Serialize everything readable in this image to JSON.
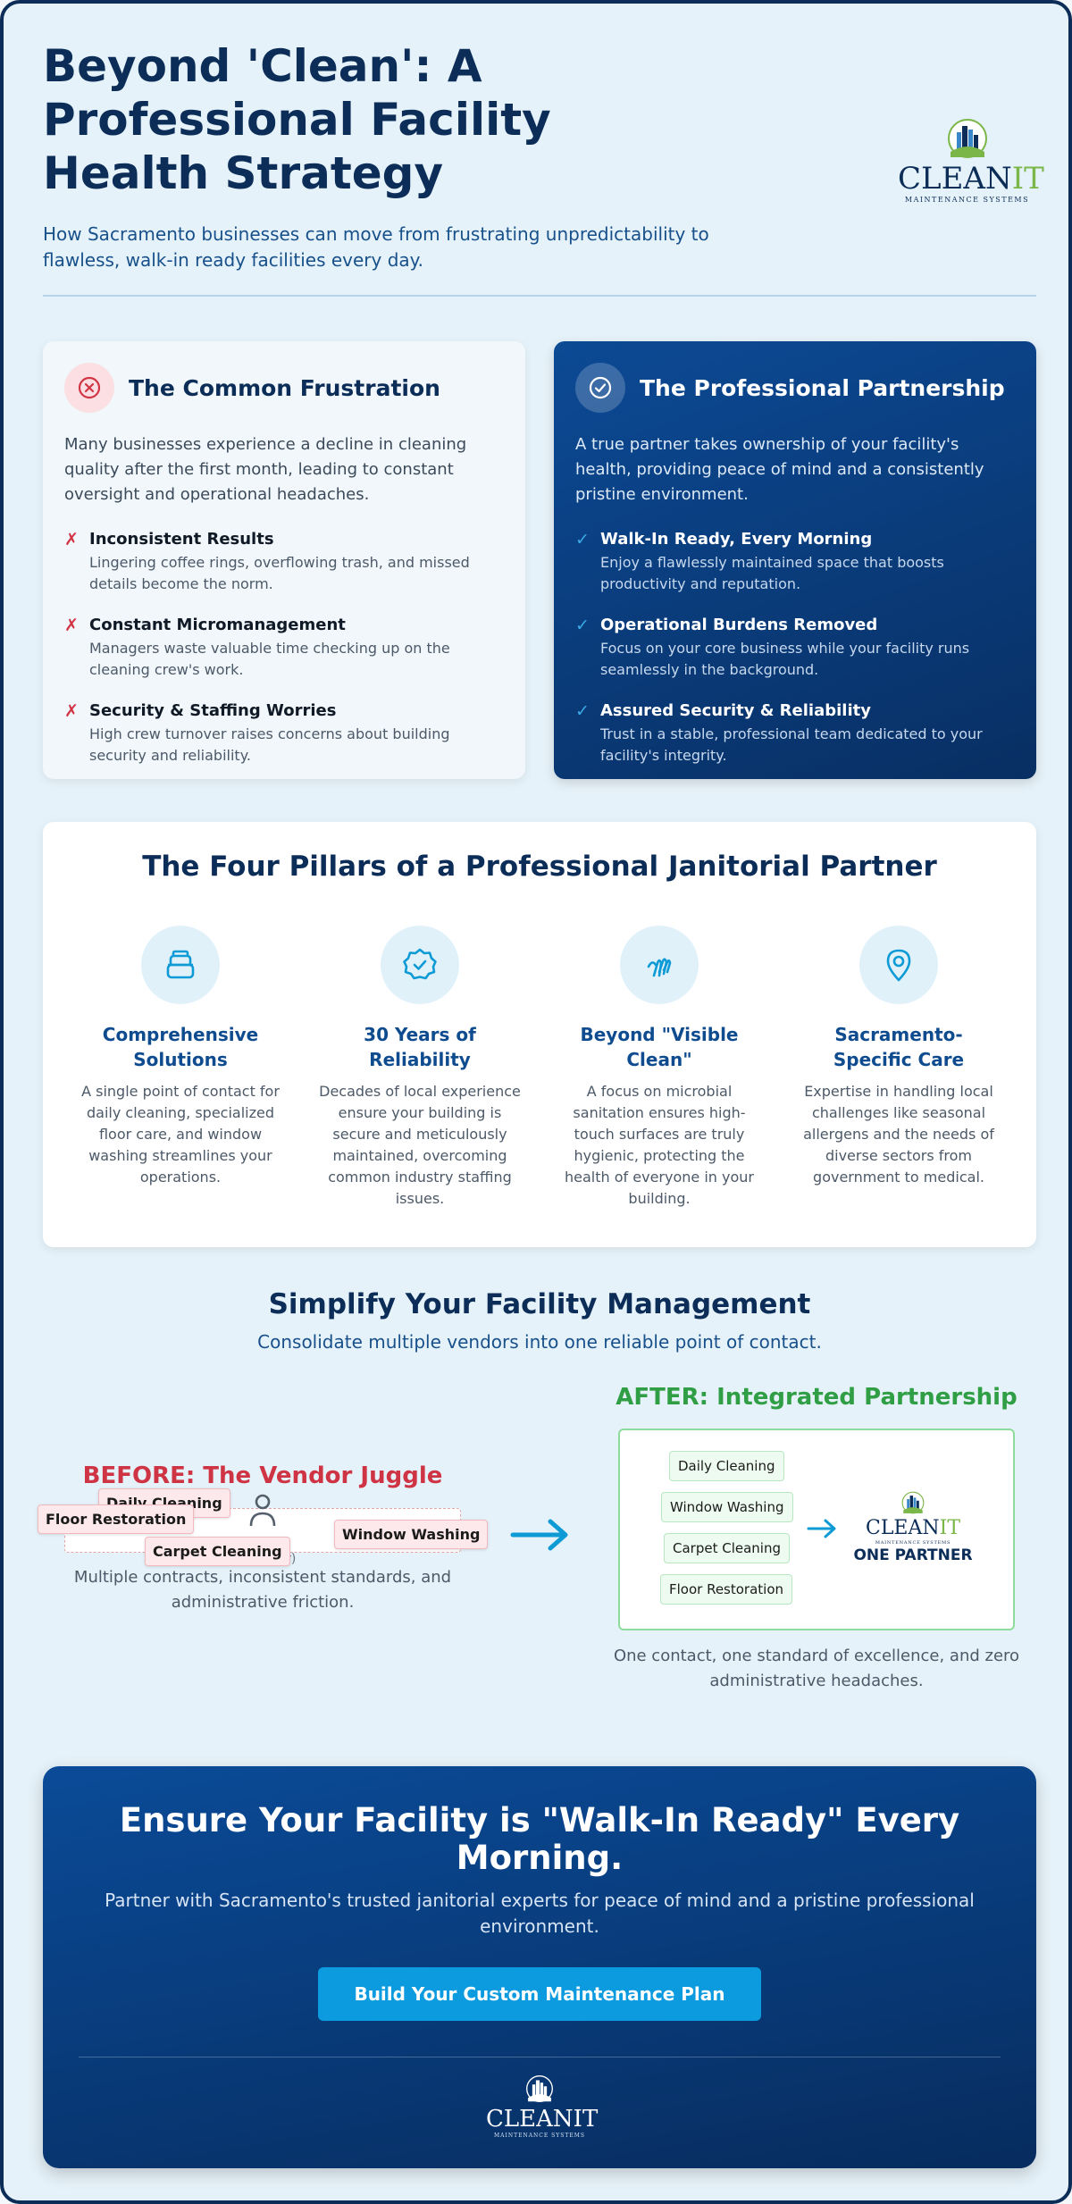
{
  "header": {
    "title": "Beyond 'Clean': A Professional Facility Health Strategy",
    "subtitle": "How Sacramento businesses can move from frustrating unpredictability to flawless, walk-in ready facilities every day."
  },
  "logo": {
    "word_main": "CLEAN",
    "word_accent": "IT",
    "tagline": "MAINTENANCE SYSTEMS"
  },
  "frustration": {
    "icon": "x-circle-icon",
    "title": "The Common Frustration",
    "intro": "Many businesses experience a decline in cleaning quality after the first month, leading to constant oversight and operational headaches.",
    "mark": "✗",
    "points": [
      {
        "title": "Inconsistent Results",
        "desc": "Lingering coffee rings, overflowing trash, and missed details become the norm."
      },
      {
        "title": "Constant Micromanagement",
        "desc": "Managers waste valuable time checking up on the cleaning crew's work."
      },
      {
        "title": "Security & Staffing Worries",
        "desc": "High crew turnover raises concerns about building security and reliability."
      }
    ]
  },
  "partnership": {
    "icon": "check-circle-icon",
    "title": "The Professional Partnership",
    "intro": "A true partner takes ownership of your facility's health, providing peace of mind and a consistently pristine environment.",
    "mark": "✓",
    "points": [
      {
        "title": "Walk-In Ready, Every Morning",
        "desc": "Enjoy a flawlessly maintained space that boosts productivity and reputation."
      },
      {
        "title": "Operational Burdens Removed",
        "desc": "Focus on your core business while your facility runs seamlessly in the background."
      },
      {
        "title": "Assured Security & Reliability",
        "desc": "Trust in a stable, professional team dedicated to your facility's integrity."
      }
    ]
  },
  "pillars": {
    "title": "The Four Pillars of a Professional Janitorial Partner",
    "items": [
      {
        "icon": "layers-icon",
        "title": "Comprehensive Solutions",
        "desc": "A single point of contact for daily cleaning, specialized floor care, and window washing streamlines your operations."
      },
      {
        "icon": "badge-check-icon",
        "title": "30 Years of Reliability",
        "desc": "Decades of local experience ensure your building is secure and meticulously maintained, overcoming common industry staffing issues."
      },
      {
        "icon": "hand-wave-icon",
        "title": "Beyond \"Visible Clean\"",
        "desc": "A focus on microbial sanitation ensures high-touch surfaces are truly hygienic, protecting the health of everyone in your building."
      },
      {
        "icon": "map-pin-icon",
        "title": "Sacramento-Specific Care",
        "desc": "Expertise in handling local challenges like seasonal allergens and the needs of diverse sectors from government to medical."
      }
    ]
  },
  "simplify": {
    "title": "Simplify Your Facility Management",
    "subtitle": "Consolidate multiple vendors into one reliable point of contact.",
    "before": {
      "label": "BEFORE: The Vendor Juggle",
      "manager_label": "ager)",
      "vendors": [
        "Daily Cleaning",
        "Floor Restoration",
        "Window Washing",
        "Carpet Cleaning"
      ],
      "desc": "Multiple contracts, inconsistent standards, and administrative friction."
    },
    "after": {
      "label": "AFTER: Integrated Partnership",
      "services": [
        "Daily Cleaning",
        "Window Washing",
        "Carpet Cleaning",
        "Floor Restoration"
      ],
      "partner_label": "ONE PARTNER",
      "desc": "One contact, one standard of excellence, and zero administrative headaches."
    }
  },
  "cta": {
    "title": "Ensure Your Facility is \"Walk-In Ready\" Every Morning.",
    "text": "Partner with Sacramento's trusted janitorial experts for peace of mind and a pristine professional environment.",
    "button": "Build Your Custom Maintenance Plan"
  },
  "colors": {
    "navy": "#0b2d57",
    "accent_blue": "#0d9be0",
    "logo_green": "#7ab648",
    "before_red": "#cf3444",
    "after_green": "#2f9e44"
  }
}
